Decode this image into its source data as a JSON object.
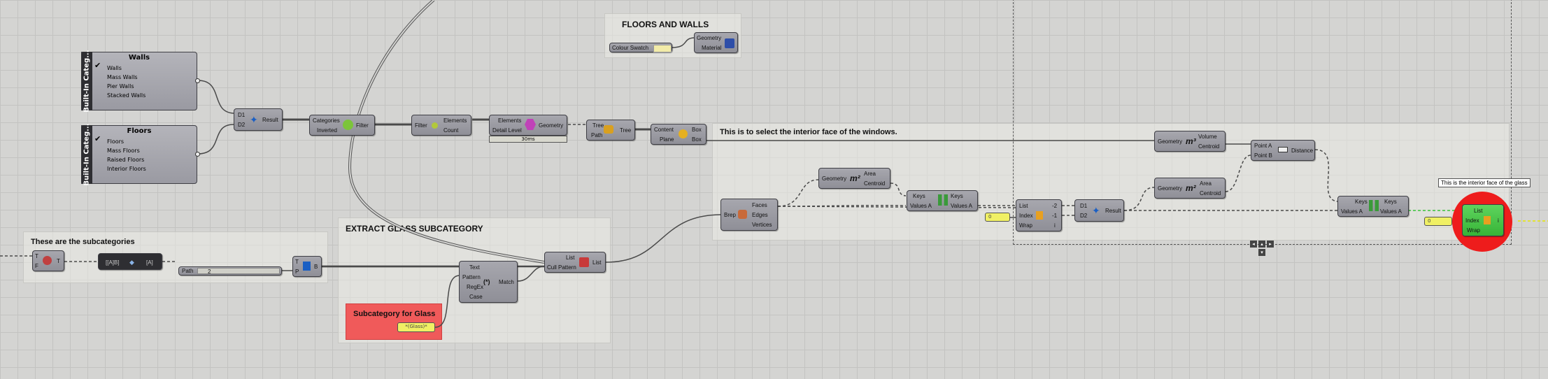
{
  "groups": {
    "floors_walls": "FLOORS AND WALLS",
    "interior_face": "This is to select the interior face of the windows.",
    "extract_glass": "EXTRACT GLASS SUBCATEGORY",
    "subcategories": "These are the subcategories",
    "subcategory_glass": "Subcategory for Glass"
  },
  "walls": {
    "title": "Walls",
    "category_tab": "Built-In Categ...",
    "items": [
      "Walls",
      "Mass Walls",
      "Pier Walls",
      "Stacked Walls"
    ]
  },
  "floors": {
    "title": "Floors",
    "category_tab": "Built-In Categ...",
    "items": [
      "Floors",
      "Mass Floors",
      "Raised Floors",
      "Interior Floors"
    ]
  },
  "merge": {
    "in1": "D1",
    "in2": "D2",
    "out": "Result"
  },
  "filter": {
    "in1": "Categories",
    "in2": "Inverted",
    "out": "Filter"
  },
  "collector": {
    "in": "Filter",
    "out1": "Elements",
    "out2": "Count"
  },
  "element_geometry": {
    "in1": "Elements",
    "in2": "Detail Level",
    "out": "Geometry",
    "timer": "30ms"
  },
  "tree": {
    "in1": "Tree",
    "in2": "Path",
    "out": "Tree"
  },
  "bbox": {
    "in1": "Content",
    "in2": "Plane",
    "out1": "Box",
    "out2": "Box"
  },
  "swatch": {
    "label": "Colour Swatch"
  },
  "preview": {
    "in1": "Geometry",
    "in2": "Material"
  },
  "volume": {
    "in": "Geometry",
    "out1": "Volume",
    "out2": "Centroid"
  },
  "distance": {
    "in1": "Point A",
    "in2": "Point B",
    "out": "Distance"
  },
  "area1": {
    "in": "Geometry",
    "out1": "Area",
    "out2": "Centroid"
  },
  "area2": {
    "in": "Geometry",
    "out1": "Area",
    "out2": "Centroid"
  },
  "sort1": {
    "in1": "Keys",
    "in2": "Values A",
    "out1": "Keys",
    "out2": "Values A"
  },
  "sort2": {
    "in1": "Keys",
    "in2": "Values A",
    "out1": "Keys",
    "out2": "Values A"
  },
  "deconstruct_brep": {
    "in": "Brep",
    "out1": "Faces",
    "out2": "Edges",
    "out3": "Vertices"
  },
  "list_item1": {
    "in1": "List",
    "in2": "Index",
    "in3": "Wrap",
    "out1": "-2",
    "out2": "-1",
    "out3": "i"
  },
  "merge2": {
    "in1": "D1",
    "in2": "D2",
    "out": "Result"
  },
  "list_item_final": {
    "in1": "List",
    "in2": "Index",
    "in3": "Wrap",
    "out": "i",
    "tooltip": "This is the interior face of the glass"
  },
  "panels": {
    "zero": "0",
    "zero_right": "0",
    "glass": "*(Glass)*"
  },
  "cull": {
    "in1": "List",
    "in2": "Cull Pattern",
    "out": "List"
  },
  "match": {
    "in1": "Text",
    "in2": "Pattern",
    "in3": "RegEx",
    "in4": "Case",
    "out": "Match"
  },
  "subcat_comp": {
    "in1": "T",
    "in2": "F",
    "out": "T"
  },
  "value_list": {
    "left": "[[A]B]",
    "right": "[A]"
  },
  "path": {
    "label": "Path",
    "value": "2"
  },
  "tree_item": {
    "in1": "T",
    "in2": "P",
    "out": "B"
  },
  "nav": {
    "buttons": [
      "◂",
      "▴",
      "▸",
      "▾"
    ]
  },
  "colors": {
    "wire": "#4a4a4a",
    "group_red": "#f05a5a",
    "panel_yellow": "#f0f064",
    "highlight_red": "#ee1c1c",
    "highlight_green": "#3bc43b"
  }
}
